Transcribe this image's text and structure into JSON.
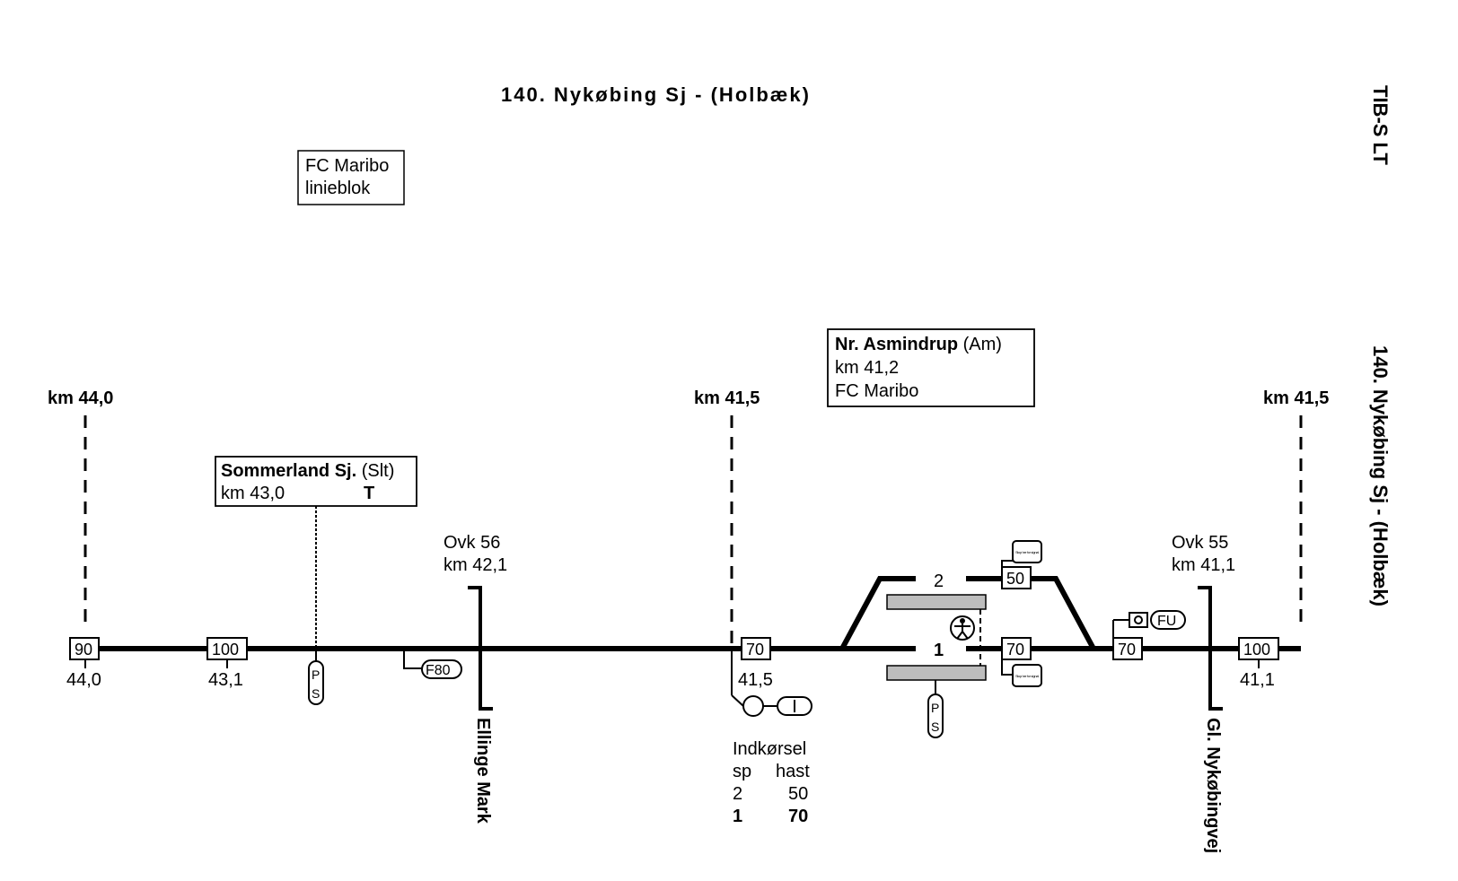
{
  "header": {
    "title": "140. Nykøbing Sj - (Holbæk)",
    "side_code": "TIB-S LT",
    "side_title": "140. Nykøbing Sj - (Holbæk)"
  },
  "fc_box": {
    "line1": "FC Maribo",
    "line2": "linieblok"
  },
  "km_markers": [
    "km 44,0",
    "km 41,5",
    "km 41,5"
  ],
  "speed_signs": {
    "s90": "90",
    "s100a": "100",
    "s70a": "70",
    "s70b": "70",
    "s50": "50",
    "s70c": "70",
    "s100b": "100"
  },
  "km_posts": {
    "k440": "44,0",
    "k431": "43,1",
    "k415": "41,5",
    "k411": "41,1"
  },
  "station_sommerland": {
    "name": "Sommerland Sj.",
    "code": "(Slt)",
    "km": "km 43,0",
    "type": "T"
  },
  "station_asmindrup": {
    "name": "Nr. Asmindrup",
    "code": "(Am)",
    "km": "km 41,2",
    "fc": "FC Maribo"
  },
  "crossing_56": {
    "name": "Ovk 56",
    "km": "km 42,1",
    "road": "Ellinge Mark"
  },
  "crossing_55": {
    "name": "Ovk 55",
    "km": "km 41,1",
    "road": "Gl. Nykøbingvej"
  },
  "track_numbers": {
    "t2": "2",
    "t1": "1"
  },
  "signals": {
    "f80": "F80",
    "fu": "FU",
    "ps_p": "P",
    "ps_s": "S",
    "stop": "Stop her for signal"
  },
  "entry_table": {
    "title": "Indkørsel",
    "col_sp": "sp",
    "col_hast": "hast",
    "row1_sp": "2",
    "row1_hast": "50",
    "row2_sp": "1",
    "row2_hast": "70"
  }
}
